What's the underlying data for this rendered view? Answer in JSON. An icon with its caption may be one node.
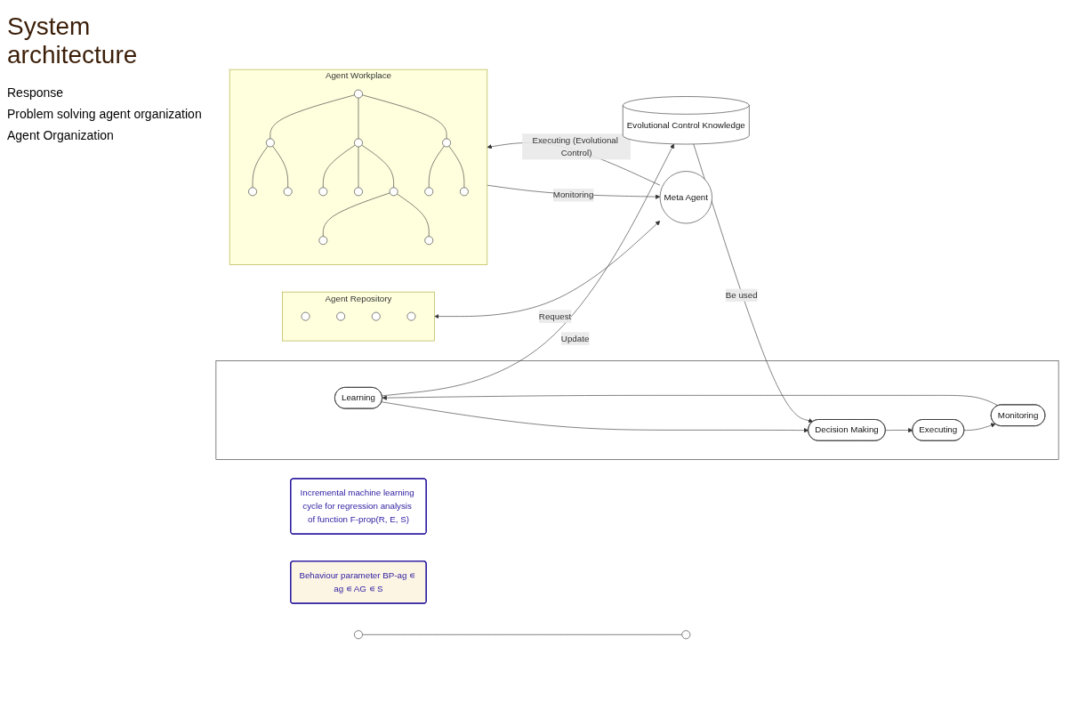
{
  "diagram": {
    "title": "System architecture",
    "nodes": [
      {
        "text": [
          "Agent Repository"
        ]
      },
      {
        "text": [],
        "shape": "circle",
        "in": 0
      },
      {
        "text": [],
        "shape": "circle",
        "in": 0
      },
      {
        "text": [],
        "shape": "circle",
        "in": 0
      },
      {
        "text": [],
        "shape": "circle",
        "in": 0
      },
      {
        "text": [
          "Meta Agent"
        ]
      },
      {
        "text": [],
        "shape": "box"
      },
      {
        "text": [
          "Learning"
        ],
        "in": 6
      },
      {
        "text": [
          "Decision Making"
        ],
        "in": 6
      },
      {
        "text": [
          "Executing"
        ],
        "in": 6
      },
      {
        "text": [
          "Monitoring"
        ],
        "in": 6
      },
      {
        "text": [
          "Evolutional Control Knowledge"
        ]
      },
      {
        "text": [
          "Incremental machine learning cycle for regression analysis of function F-prop(R, E, S)"
        ]
      },
      {
        "text": [
          "Behaviour parameter BP-ag ∊ ag ∊ AG ∊ S"
        ]
      },
      {
        "text": [
          "Agent Workplace"
        ]
      },
      {
        "text": [],
        "shape": "circle",
        "in": 14
      },
      {
        "text": [],
        "shape": "circle",
        "in": 14
      },
      {
        "text": [],
        "shape": "circle",
        "in": 14
      },
      {
        "text": [],
        "shape": "circle",
        "in": 14
      },
      {
        "text": [],
        "shape": "circle",
        "in": 14
      },
      {
        "text": [],
        "shape": "circle",
        "in": 14
      },
      {
        "text": [],
        "shape": "circle",
        "in": 14
      },
      {
        "text": [],
        "shape": "circle",
        "in": 14
      },
      {
        "text": [],
        "shape": "circle",
        "in": 14
      },
      {
        "text": [],
        "shape": "circle",
        "in": 14
      },
      {
        "text": [],
        "shape": "circle",
        "in": 14
      },
      {
        "text": [],
        "shape": "circle",
        "in": 14
      },
      {
        "text": [],
        "shape": "circle",
        "in": 14
      },
      {
        "text": [],
        "shape": "circle"
      },
      {
        "text": [],
        "shape": "circle"
      }
    ],
    "edges": [
      {
        "from": 0,
        "to": 5,
        "arrow": "both",
        "label": "Request"
      },
      {
        "from": 7,
        "to": 8,
        "arrow": "to"
      },
      {
        "from": 8,
        "to": 9,
        "arrow": "to"
      },
      {
        "from": 9,
        "to": 10,
        "arrow": "to"
      },
      {
        "from": 10,
        "to": 7,
        "arrow": "to"
      },
      {
        "from": 7,
        "to": 11,
        "arrow": "to",
        "label": "Update"
      },
      {
        "from": 11,
        "to": 8,
        "arrow": "to",
        "label": "Be used"
      },
      {
        "from": 5,
        "to": 14,
        "arrow": "to",
        "label": "Executing (Evolutional Control)"
      },
      {
        "from": 14,
        "to": 5,
        "arrow": "to",
        "label": "Monitoring"
      },
      {
        "from": 15,
        "to": 16,
        "arrow": "none"
      },
      {
        "from": 15,
        "to": 17,
        "arrow": "none"
      },
      {
        "from": 15,
        "to": 18,
        "arrow": "none"
      },
      {
        "from": 16,
        "to": 19,
        "arrow": "none"
      },
      {
        "from": 16,
        "to": 20,
        "arrow": "none"
      },
      {
        "from": 17,
        "to": 21,
        "arrow": "none"
      },
      {
        "from": 17,
        "to": 22,
        "arrow": "none"
      },
      {
        "from": 17,
        "to": 23,
        "arrow": "none"
      },
      {
        "from": 18,
        "to": 24,
        "arrow": "none"
      },
      {
        "from": 18,
        "to": 25,
        "arrow": "none"
      },
      {
        "from": 23,
        "to": 26,
        "arrow": "none"
      },
      {
        "from": 23,
        "to": 27,
        "arrow": "none"
      },
      {
        "from": 28,
        "to": 29,
        "arrow": "none"
      }
    ],
    "labels": [
      "Response",
      "Problem solving agent organization",
      "Agent Organization"
    ]
  }
}
